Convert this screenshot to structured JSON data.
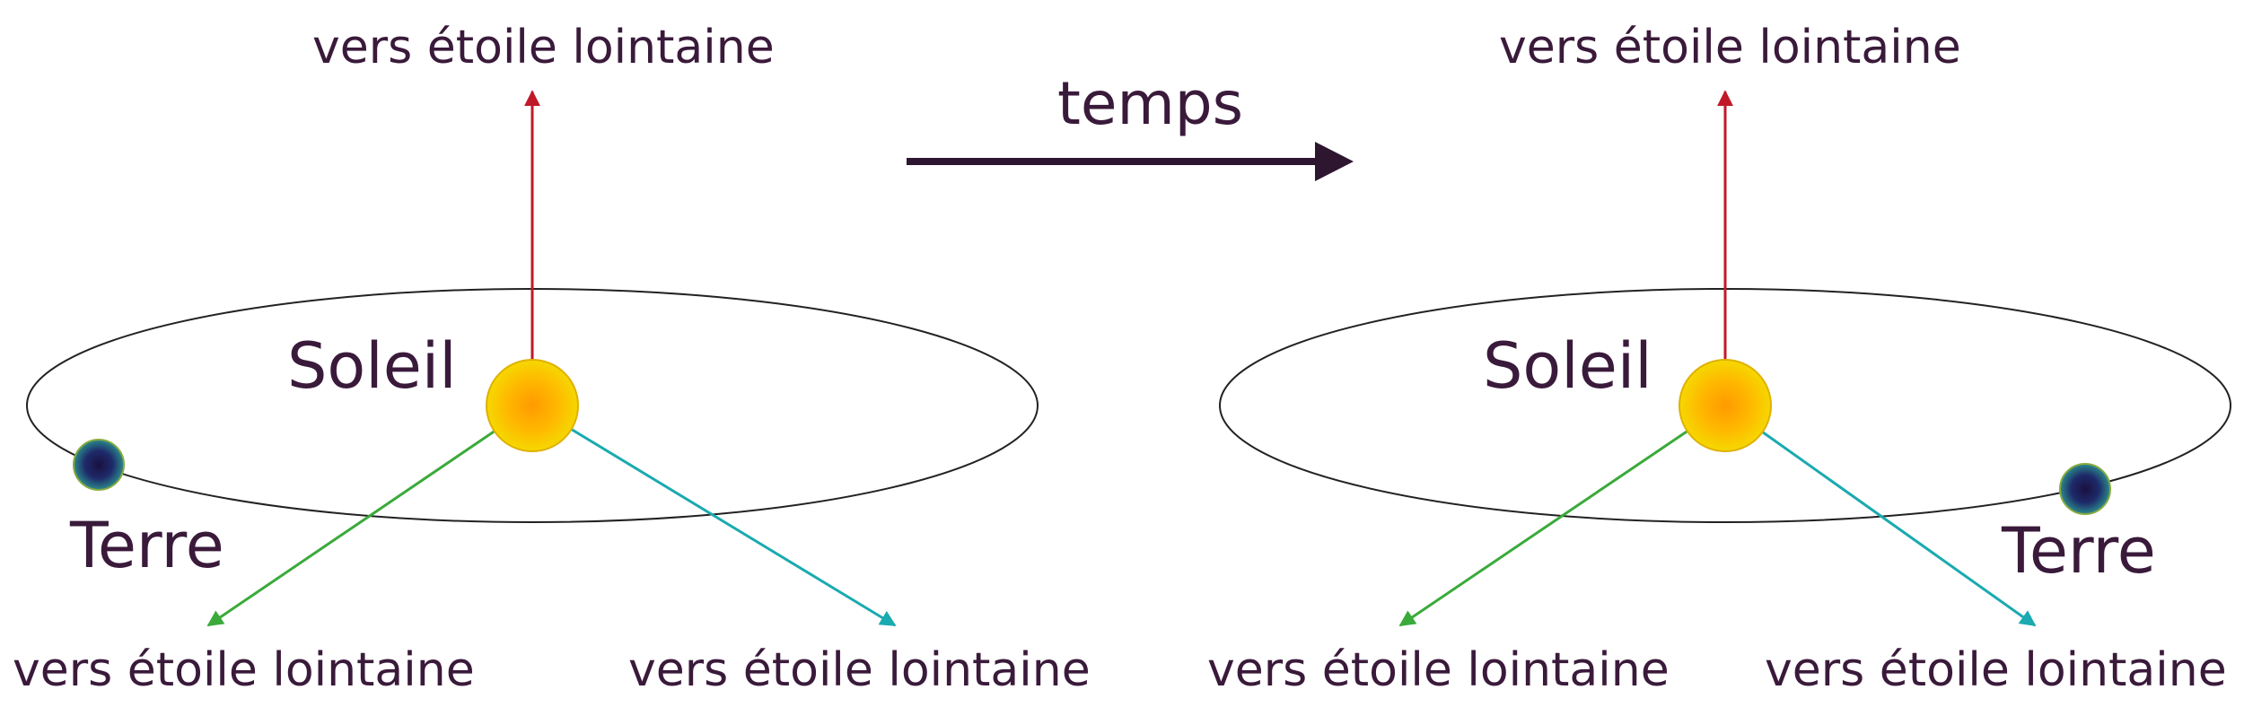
{
  "time_label": "temps",
  "panels": [
    {
      "sun_label": "Soleil",
      "earth_label": "Terre",
      "star_top": "vers étoile lointaine",
      "star_left": "vers étoile lointaine",
      "star_right": "vers étoile lointaine"
    },
    {
      "sun_label": "Soleil",
      "earth_label": "Terre",
      "star_top": "vers étoile lointaine",
      "star_left": "vers étoile lointaine",
      "star_right": "vers étoile lointaine"
    }
  ],
  "colors": {
    "text": "#3a1a3a",
    "arrow_top": "#c01a2a",
    "arrow_left": "#3aaa3a",
    "arrow_right": "#1aaab0",
    "time_arrow": "#2e1530",
    "orbit": "#222222",
    "sun_core": "#ffb000",
    "sun_edge": "#f0d000",
    "earth_core": "#1a1a4a",
    "earth_edge": "#2a8a8a"
  }
}
